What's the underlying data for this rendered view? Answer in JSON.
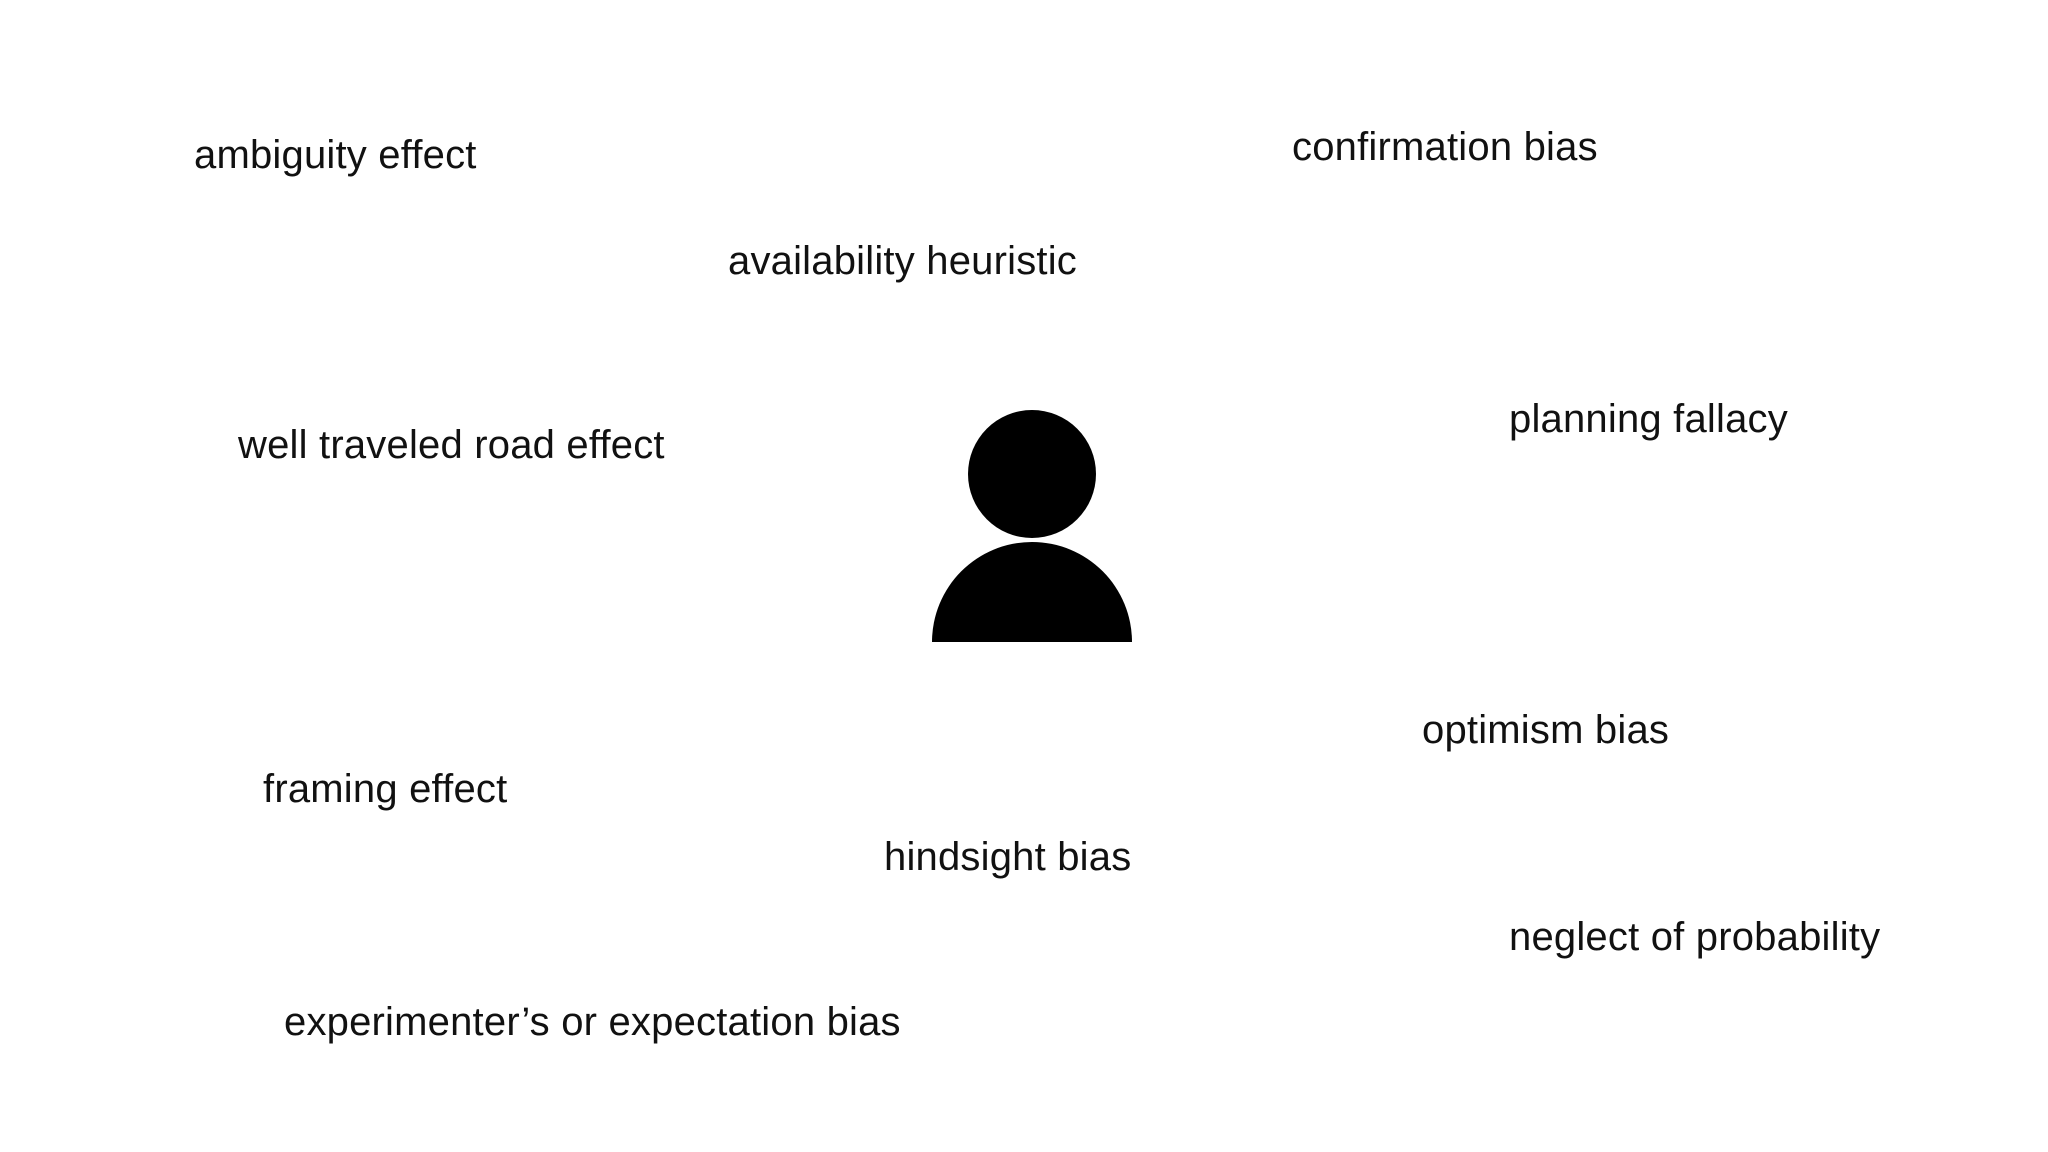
{
  "diagram": {
    "center_icon": "person-icon",
    "terms": {
      "ambiguity_effect": "ambiguity effect",
      "confirmation_bias": "confirmation bias",
      "availability_heuristic": "availability heuristic",
      "well_traveled_road_effect": "well traveled road effect",
      "planning_fallacy": "planning fallacy",
      "optimism_bias": "optimism bias",
      "framing_effect": "framing effect",
      "hindsight_bias": "hindsight bias",
      "neglect_of_probability": "neglect of probability",
      "experimenters_or_expectation_bias": "experimenter’s or expectation bias"
    }
  }
}
